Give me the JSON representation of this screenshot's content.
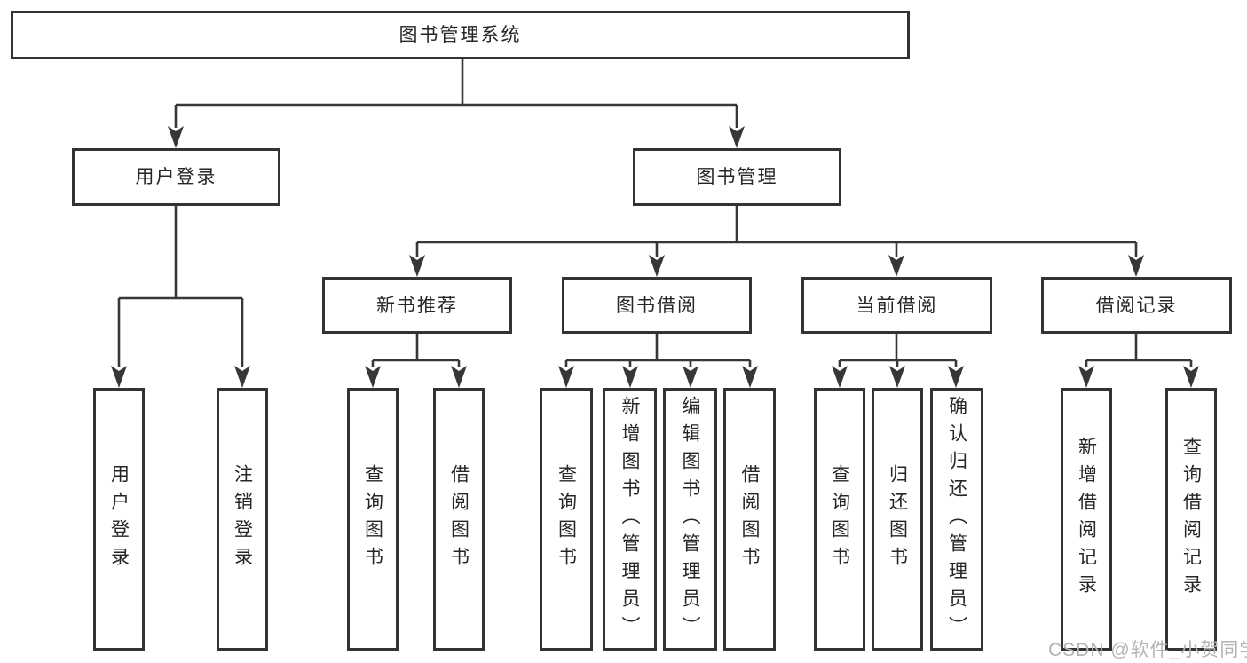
{
  "diagram": {
    "title": "图书管理系统",
    "root": {
      "label": "图书管理系统"
    },
    "branches": [
      {
        "label": "用户登录",
        "children": [
          {
            "label": "用户登录"
          },
          {
            "label": "注销登录"
          }
        ]
      },
      {
        "label": "图书管理",
        "groups": [
          {
            "label": "新书推荐",
            "children": [
              {
                "label": "查询图书"
              },
              {
                "label": "借阅图书"
              }
            ]
          },
          {
            "label": "图书借阅",
            "children": [
              {
                "label": "查询图书"
              },
              {
                "label": "新增图书（管理员）"
              },
              {
                "label": "编辑图书（管理员）"
              },
              {
                "label": "借阅图书"
              }
            ]
          },
          {
            "label": "当前借阅",
            "children": [
              {
                "label": "查询图书"
              },
              {
                "label": "归还图书"
              },
              {
                "label": "确认归还（管理员）"
              }
            ]
          },
          {
            "label": "借阅记录",
            "children": [
              {
                "label": "新增借阅记录"
              },
              {
                "label": "查询借阅记录"
              }
            ]
          }
        ]
      }
    ]
  },
  "watermark": {
    "text": "CSDN @软件_小贺同学"
  },
  "colors": {
    "line": "#373737",
    "border": "#333333",
    "text": "#262626",
    "watermark": "#b4b4b4",
    "background": "#ffffff"
  }
}
